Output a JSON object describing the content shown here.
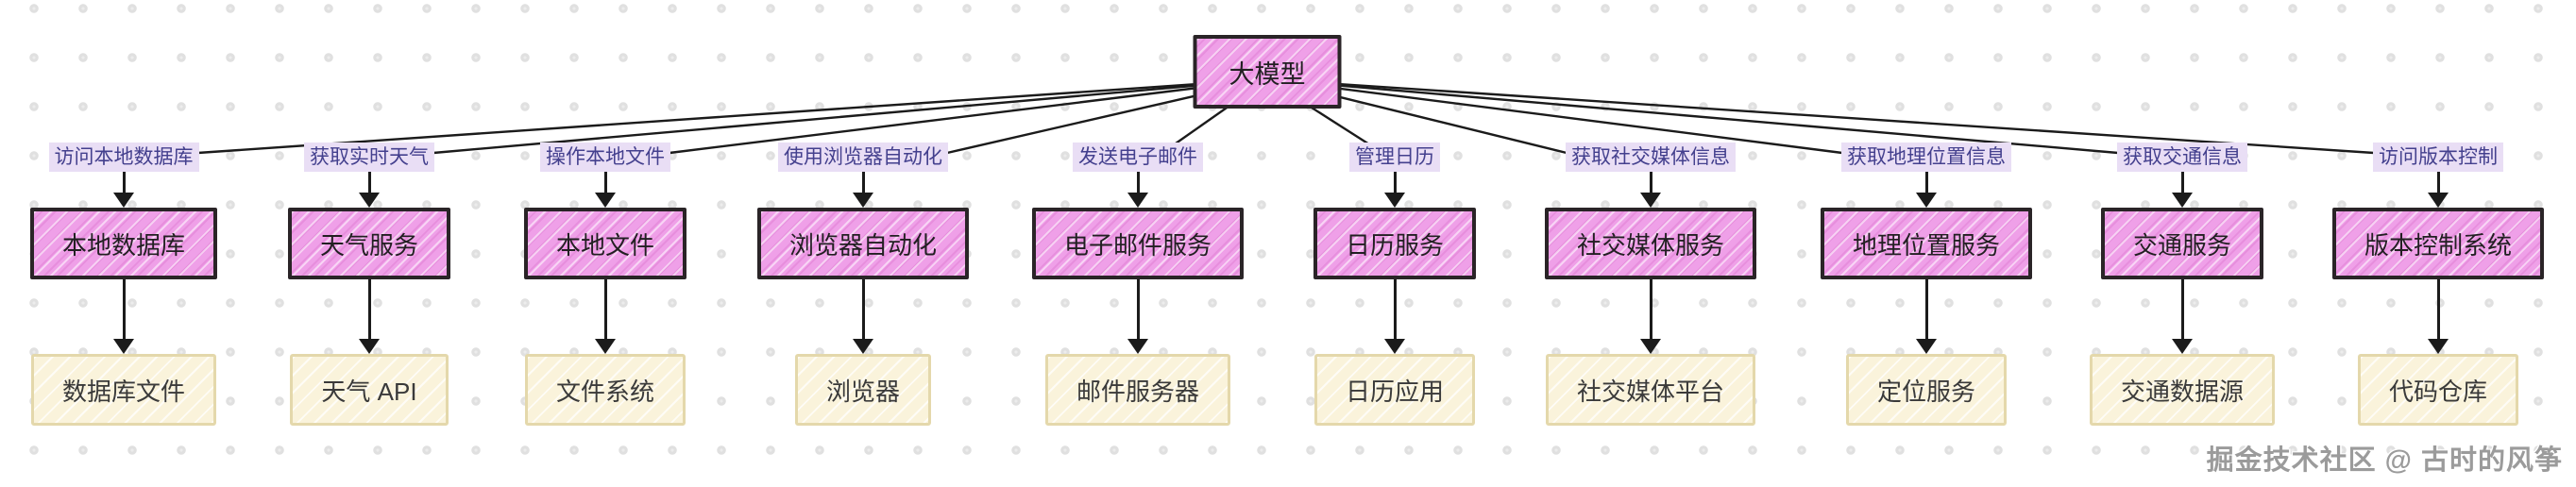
{
  "diagram": {
    "root": {
      "label": "大模型"
    },
    "columns": [
      {
        "edge_label": "访问本地数据库",
        "service": "本地数据库",
        "target": "数据库文件"
      },
      {
        "edge_label": "获取实时天气",
        "service": "天气服务",
        "target": "天气 API"
      },
      {
        "edge_label": "操作本地文件",
        "service": "本地文件",
        "target": "文件系统"
      },
      {
        "edge_label": "使用浏览器自动化",
        "service": "浏览器自动化",
        "target": "浏览器"
      },
      {
        "edge_label": "发送电子邮件",
        "service": "电子邮件服务",
        "target": "邮件服务器"
      },
      {
        "edge_label": "管理日历",
        "service": "日历服务",
        "target": "日历应用"
      },
      {
        "edge_label": "获取社交媒体信息",
        "service": "社交媒体服务",
        "target": "社交媒体平台"
      },
      {
        "edge_label": "获取地理位置信息",
        "service": "地理位置服务",
        "target": "定位服务"
      },
      {
        "edge_label": "获取交通信息",
        "service": "交通服务",
        "target": "交通数据源"
      },
      {
        "edge_label": "访问版本控制",
        "service": "版本控制系统",
        "target": "代码仓库"
      }
    ]
  },
  "watermark": "掘金技术社区 @ 古时的风筝",
  "colors": {
    "node_fill": "#efa0e8",
    "node_border": "#2a2427",
    "edge_label_bg": "#e9def5",
    "edge_label_text": "#44408e",
    "target_fill": "#faf3db",
    "target_border": "#e4d8ab",
    "line": "#1b1b1b",
    "background_dot": "#e0e0e0",
    "watermark_text": "#9b9b9b"
  }
}
